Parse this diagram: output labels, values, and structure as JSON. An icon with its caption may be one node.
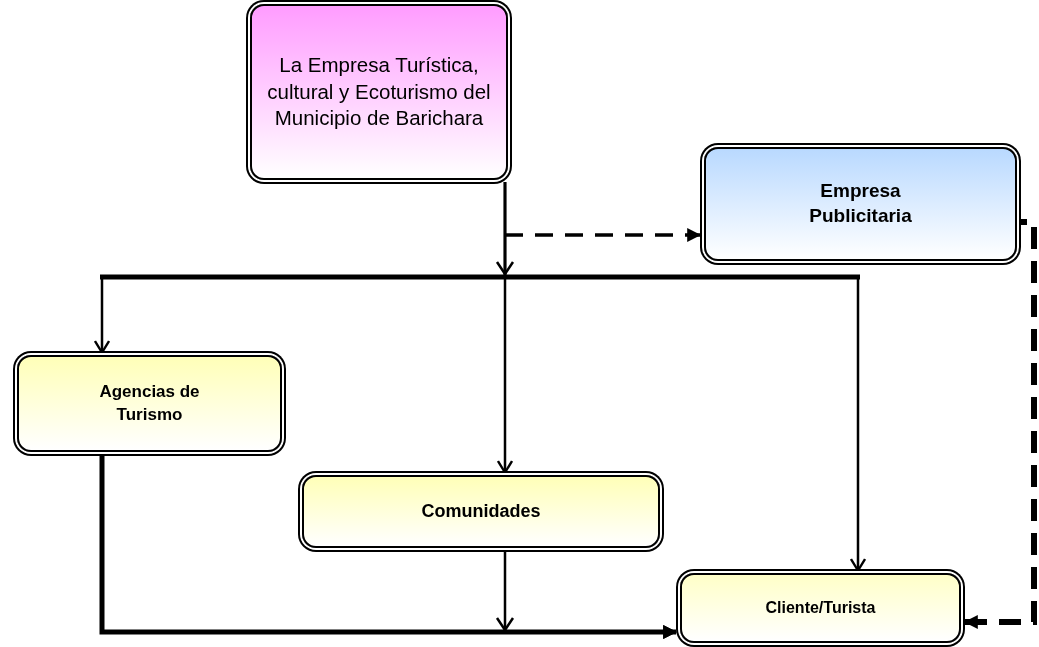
{
  "diagram": {
    "nodes": [
      {
        "text": [
          "La Empresa Turística, cultural y Ecoturismo  del Municipio de Barichara"
        ]
      },
      {
        "text": [
          "Empresa Publicitaria"
        ]
      },
      {
        "text": [
          "Agencias de Turismo"
        ]
      },
      {
        "text": [
          "Comunidades"
        ]
      },
      {
        "text": [
          "Cliente/Turista"
        ]
      }
    ],
    "edges": [
      {
        "from": 0,
        "to": 2,
        "arrow": "to"
      },
      {
        "from": 0,
        "to": 3,
        "arrow": "to"
      },
      {
        "from": 0,
        "to": 4,
        "arrow": "to"
      },
      {
        "from": 0,
        "to": 1,
        "arrow": "to",
        "style": "dashed"
      },
      {
        "from": 2,
        "to": 4,
        "arrow": "to",
        "style": "thick"
      },
      {
        "from": 3,
        "to": 4,
        "arrow": "to"
      },
      {
        "from": 1,
        "to": 4,
        "arrow": "to",
        "style": "dashed"
      }
    ]
  }
}
